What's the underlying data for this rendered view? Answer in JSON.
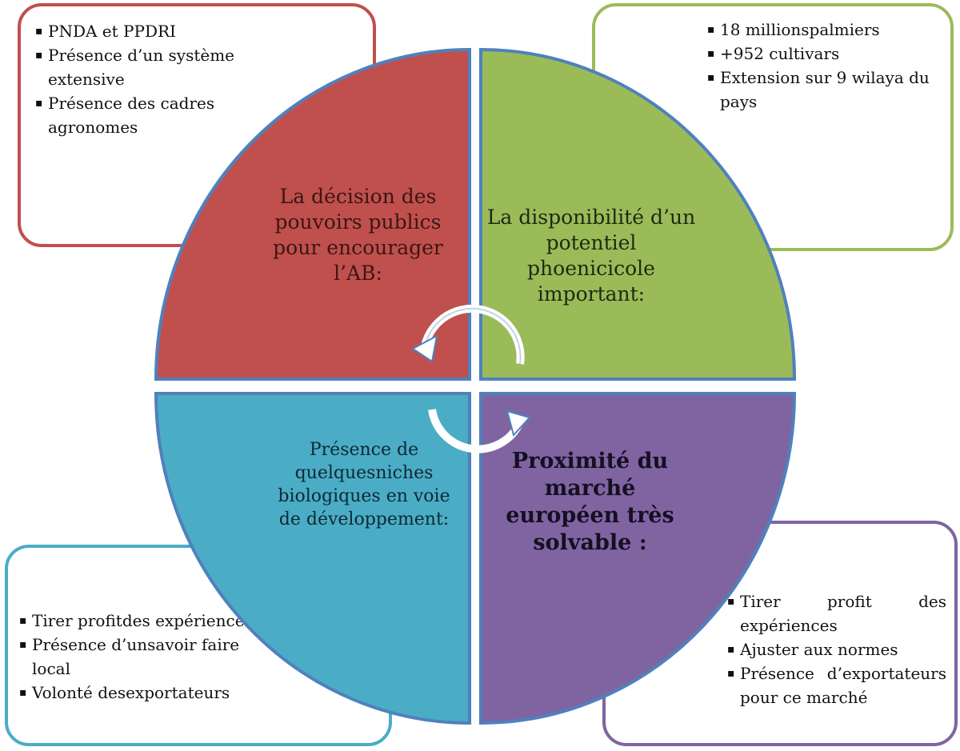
{
  "boxes": {
    "top_left": {
      "items": [
        "PNDA et PPDRI",
        "Présence d’un système extensive",
        "Présence des cadres agronomes"
      ]
    },
    "top_right": {
      "items": [
        "18 millionspalmiers",
        "+952 cultivars",
        "Extension sur 9 wilaya du pays"
      ]
    },
    "bottom_left": {
      "items": [
        "Tirer profitdes expériences",
        "Présence d’unsavoir faire local",
        "Volonté desexportateurs"
      ]
    },
    "bottom_right": {
      "items": [
        "Tirer profit des expériences",
        "Ajuster aux normes",
        "Présence d’exportateurs pour ce marché"
      ]
    }
  },
  "quadrants": {
    "top_left": {
      "label": "La décision des pouvoirs publics pour encourager l’AB:",
      "color": "#c0504d"
    },
    "top_right": {
      "label": "La disponibilité d’un potentiel phoenicicole important:",
      "color": "#9bbb59"
    },
    "bottom_left": {
      "label": "Présence de quelquesniches biologiques en voie de développement:",
      "color": "#4bacc6"
    },
    "bottom_right": {
      "label": "Proximité du marché européen très solvable :",
      "color": "#8064a2"
    }
  },
  "outline_color": "#4f81bd"
}
